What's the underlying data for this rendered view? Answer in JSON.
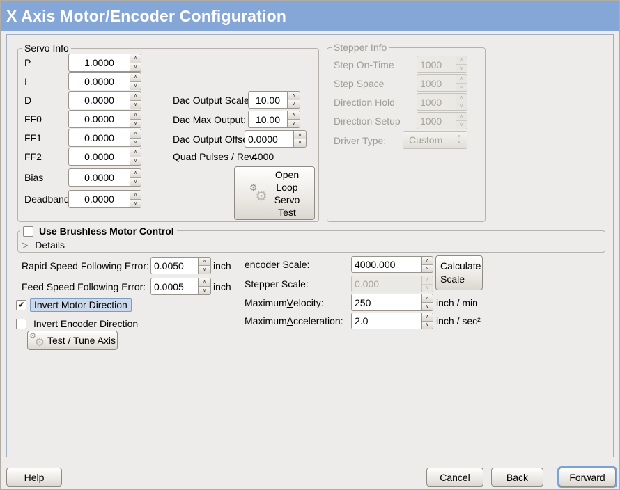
{
  "titlebar": {
    "title": "X Axis Motor/Encoder Configuration"
  },
  "icons": {
    "spin_up": "∧",
    "spin_down": "∨",
    "expander": "▷",
    "gear": "⚙",
    "check": "✔"
  },
  "servo_info": {
    "title": "Servo Info",
    "fields": [
      {
        "label": "P",
        "value": "1.0000"
      },
      {
        "label": "I",
        "value": "0.0000"
      },
      {
        "label": "D",
        "value": "0.0000"
      },
      {
        "label": "FF0",
        "value": "0.0000"
      },
      {
        "label": "FF1",
        "value": "0.0000"
      },
      {
        "label": "FF2",
        "value": "0.0000"
      },
      {
        "label": "Bias",
        "value": "0.0000"
      },
      {
        "label": "Deadband",
        "value": "0.0000"
      }
    ],
    "dac_rows": [
      {
        "label": "Dac Output Scale:",
        "value": "10.00"
      },
      {
        "label": "Dac Max Output:",
        "value": "10.00"
      },
      {
        "label": "Dac Output Offset:",
        "value": "0.0000"
      }
    ],
    "quad_pulses_label": "Quad Pulses / Rev:",
    "quad_pulses_value": "4000",
    "open_loop_button_lines": [
      "Open",
      "Loop",
      "Servo",
      "Test"
    ]
  },
  "stepper_info": {
    "title": "Stepper Info",
    "fields": [
      {
        "label": "Step On-Time",
        "value": "1000"
      },
      {
        "label": "Step Space",
        "value": "1000"
      },
      {
        "label": "Direction Hold",
        "value": "1000"
      },
      {
        "label": "Direction Setup",
        "value": "1000"
      }
    ],
    "driver_type_label": "Driver Type:",
    "driver_type_value": "Custom"
  },
  "brushless": {
    "checkbox_label": "Use Brushless Motor Control",
    "details_label": "Details"
  },
  "following_error": {
    "rapid_label": "Rapid Speed Following Error:",
    "rapid_value": "0.0050",
    "rapid_unit": "inch",
    "feed_label": "Feed Speed Following Error:",
    "feed_value": "0.0005",
    "feed_unit": "inch"
  },
  "direction": {
    "invert_motor_label": "Invert Motor Direction",
    "invert_encoder_label": "Invert Encoder Direction",
    "test_tune_button": "Test / Tune Axis"
  },
  "scaling": {
    "encoder_scale_label": "encoder Scale:",
    "encoder_scale_value": "4000.000",
    "stepper_scale_label": "Stepper Scale:",
    "stepper_scale_value": "0.000",
    "calculate_button_lines": [
      "Calculate",
      "Scale"
    ],
    "max_velocity_label": {
      "pre": "Maximum ",
      "accel": "V",
      "post": "elocity:"
    },
    "max_velocity_value": "250",
    "max_velocity_unit": "inch / min",
    "max_accel_label": {
      "pre": "Maximum ",
      "accel": "A",
      "post": "cceleration:"
    },
    "max_accel_value": "2.0",
    "max_accel_unit": "inch / sec²"
  },
  "footer": {
    "help": {
      "accel": "H",
      "post": "elp"
    },
    "cancel": {
      "accel": "C",
      "post": "ancel"
    },
    "back": {
      "accel": "B",
      "post": "ack"
    },
    "forward": {
      "accel": "F",
      "post": "orward"
    }
  }
}
